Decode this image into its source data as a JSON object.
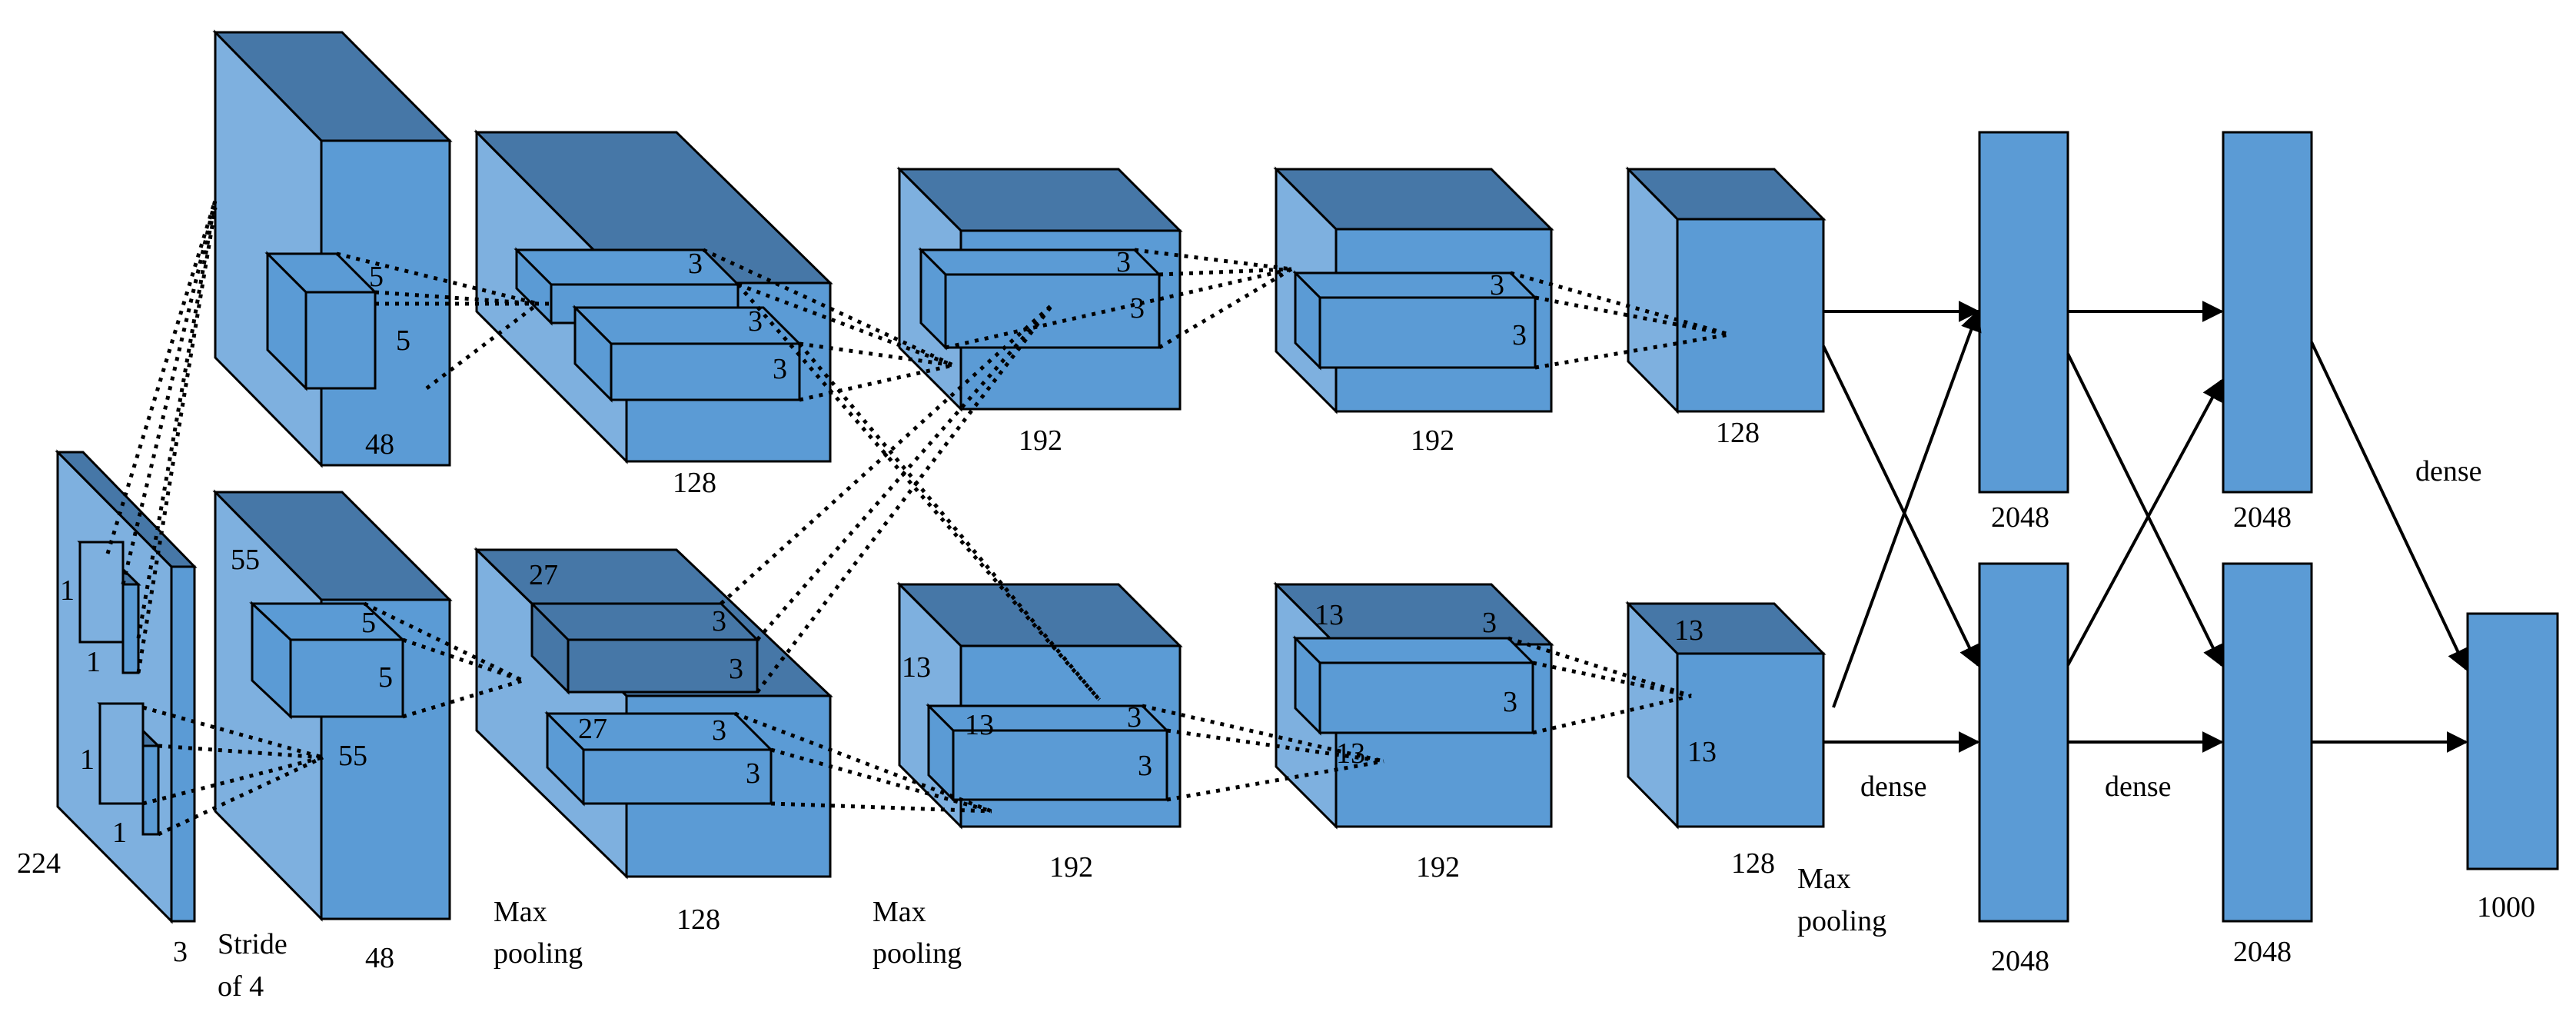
{
  "input": {
    "size": "224",
    "depth": "3",
    "kernel_a": "1",
    "kernel_b": "1",
    "kernel_c": "1",
    "kernel_d": "1"
  },
  "conv1": {
    "stride_line1": "Stride",
    "stride_line2": "of 4",
    "top_depth": "48",
    "bottom_depth": "48",
    "top_k1": "5",
    "top_k2": "5",
    "bot_size": "55",
    "bot_size2": "55",
    "bot_k1": "5",
    "bot_k2": "5"
  },
  "conv2": {
    "pool_line1": "Max",
    "pool_line2": "pooling",
    "top_depth": "128",
    "bottom_depth": "128",
    "top_k1": "3",
    "top_k2": "3",
    "top_k3": "3",
    "bot_size": "27",
    "bot_size2": "27",
    "bot_k1": "3",
    "bot_k2": "3",
    "bot_k3": "3",
    "bot_k4": "3"
  },
  "conv3": {
    "pool_line1": "Max",
    "pool_line2": "pooling",
    "top_depth": "192",
    "bottom_depth": "192",
    "top_k1": "3",
    "top_k2": "3",
    "bot_size": "13",
    "bot_size2": "13",
    "bot_k1": "3",
    "bot_k2": "3"
  },
  "conv4": {
    "top_depth": "192",
    "bottom_depth": "192",
    "top_k1": "3",
    "top_k2": "3",
    "bot_size": "13",
    "bot_size2": "13",
    "bot_k1": "3",
    "bot_k2": "3"
  },
  "conv5": {
    "pool_line1": "Max",
    "pool_line2": "pooling",
    "top_depth": "128",
    "bottom_depth": "128",
    "bot_size": "13",
    "bot_size2": "13"
  },
  "dense": {
    "label_a": "dense",
    "label_b": "dense",
    "label_c": "dense",
    "fc1_top": "2048",
    "fc1_bottom": "2048",
    "fc2_top": "2048",
    "fc2_bottom": "2048",
    "out": "1000"
  },
  "colors": {
    "front": "#5b9bd5",
    "side": "#7eb0df",
    "top": "#4677a7",
    "stroke": "#000000"
  }
}
